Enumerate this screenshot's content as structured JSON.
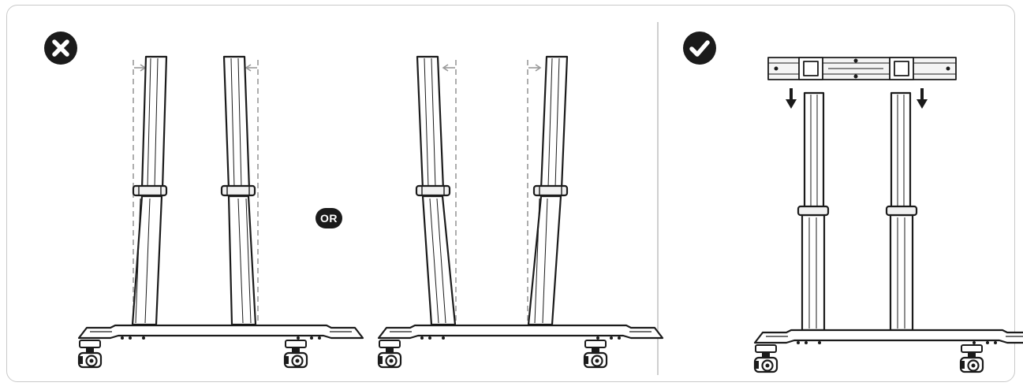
{
  "panels": [
    {
      "id": "wrong-outward",
      "status": "incorrect",
      "icon": "cross-circle-icon"
    },
    {
      "id": "wrong-inward",
      "status": "incorrect"
    },
    {
      "id": "correct-parallel",
      "status": "correct",
      "icon": "check-circle-icon"
    }
  ],
  "separator": {
    "label": "OR"
  },
  "colors": {
    "ink": "#1b1b1b",
    "guide": "#9a9a9a",
    "frame": "#c9c9c9",
    "bracket_fill": "#f1f1f1"
  }
}
